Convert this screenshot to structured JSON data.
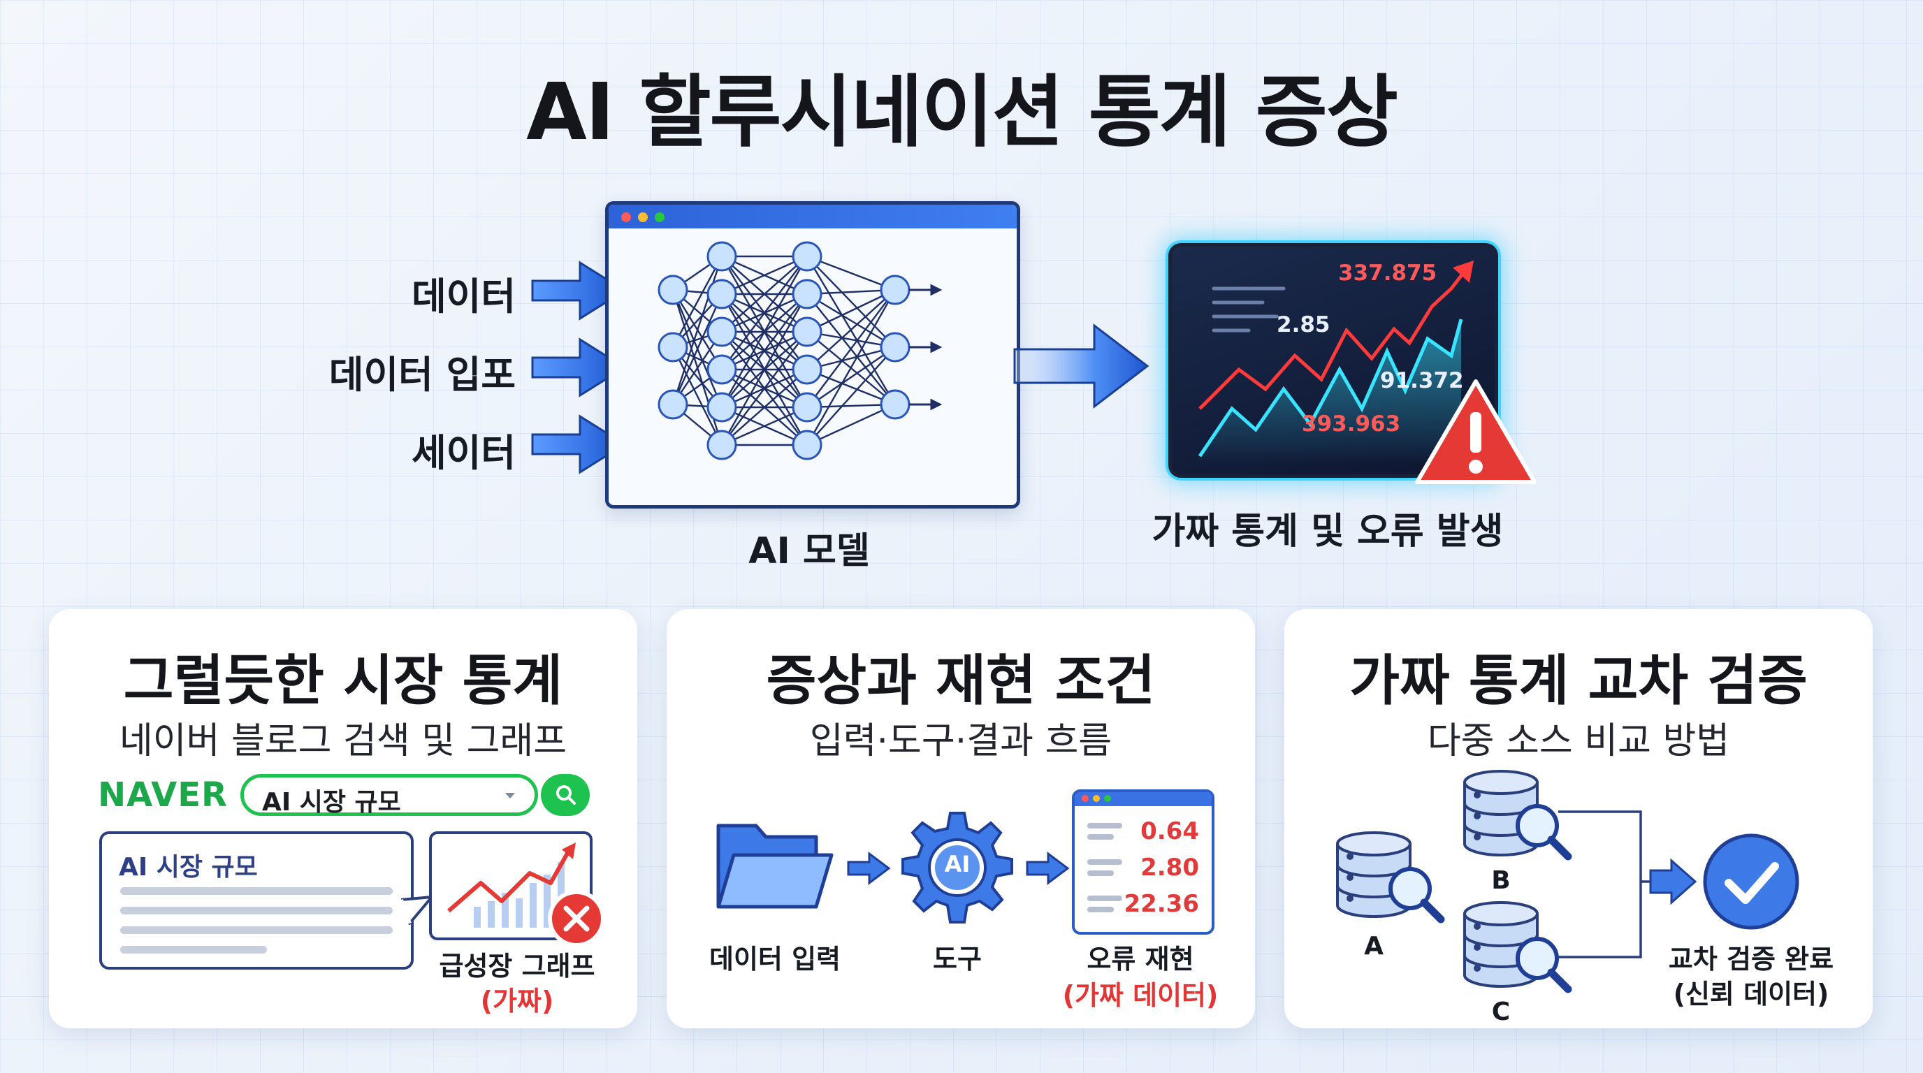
{
  "title": "AI 할루시네이션 통계 증상",
  "top": {
    "inputs": [
      "데이터",
      "데이터 입포",
      "세이터"
    ],
    "model_label": "AI 모델",
    "result_label": "가짜 통계 및 오류 발생",
    "screen_values": [
      "337.875",
      "2.85",
      "91.372",
      "393.963"
    ]
  },
  "cards": [
    {
      "title": "그럴듯한 시장 통계",
      "subtitle": "네이버 블로그 검색 및 그래프",
      "brand": "NAVER",
      "search_value": "AI 시장 규모",
      "result_title": "AI 시장 규모",
      "graph_caption": "급성장 그래프",
      "graph_note": "(가짜)"
    },
    {
      "title": "증상과 재현 조건",
      "subtitle": "입력·도구·결과 흐름",
      "step1": "데이터 입력",
      "tool_icon_text": "AI",
      "step2": "도구",
      "step3": "오류 재현",
      "step3_note": "(가짜 데이터)",
      "table_values": [
        "0.64",
        "2.80",
        "22.36"
      ]
    },
    {
      "title": "가짜 통계 교차 검증",
      "subtitle": "다중 소스 비교 방법",
      "sources": [
        "A",
        "B",
        "C"
      ],
      "result": "교차 검증 완료",
      "result_note": "(신뢰 데이터)"
    }
  ],
  "colors": {
    "accent_blue": "#2f6be0",
    "warning_red": "#e53935",
    "naver_green": "#1ec24f",
    "glow_cyan": "#4fd8ff"
  }
}
